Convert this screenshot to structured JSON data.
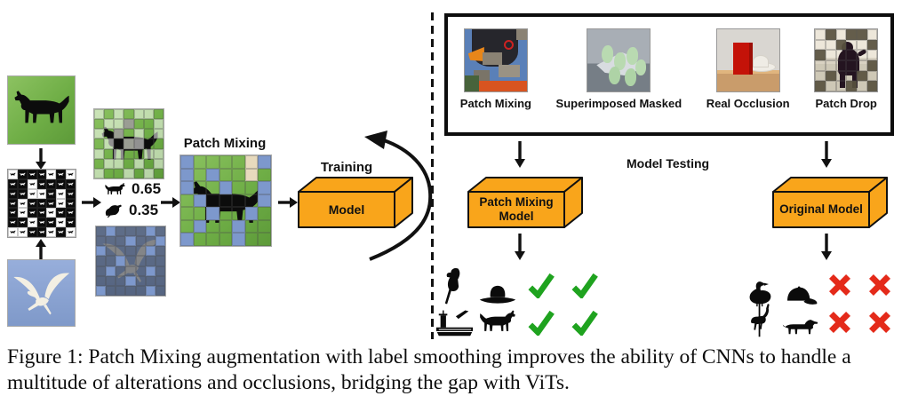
{
  "left_flow": {
    "patch_mixing_title": "Patch Mixing",
    "training_label": "Training",
    "model_label": "Model",
    "dog_weight": "0.65",
    "bird_weight": "0.35"
  },
  "grids": {
    "mask": [
      "0111010",
      "1101111",
      "1100101",
      "1011101",
      "1011011",
      "1101101",
      "0011010"
    ],
    "green": [
      "lclcllc",
      "cllgccl",
      "lcgclcl",
      "clcglcc",
      "lclccll",
      "cllclcl",
      "lcclclc"
    ],
    "blue": [
      "dbdddbd",
      "dddbddb",
      "bddddbd",
      "ddbdddd",
      "dbdddbd",
      "dddbddd",
      "bddddbd"
    ],
    "mixed": [
      "bddddwb",
      "bdbddwd",
      "bddbddb",
      "dbddddb",
      "ddbddbd",
      "dbddbdd",
      "bdddbdd"
    ],
    "patchdrop": [
      "010110",
      "001001",
      "100000",
      "000001",
      "010010",
      "100101"
    ]
  },
  "test_box": {
    "items": [
      {
        "label": "Patch Mixing"
      },
      {
        "label": "Superimposed Masked"
      },
      {
        "label": "Real Occlusion"
      },
      {
        "label": "Patch Drop"
      }
    ]
  },
  "testing": {
    "model_testing_label": "Model Testing",
    "patch_mixing_model_line1": "Patch Mixing",
    "patch_mixing_model_line2": "Model",
    "original_model_label": "Original Model",
    "correct_icons": [
      "parrot-icon",
      "aircraft-carrier-icon",
      "cowboy-hat-icon",
      "dog-icon"
    ],
    "incorrect_icons": [
      "goose-icon",
      "carousel-horse-icon",
      "baseball-cap-icon",
      "dachshund-icon"
    ],
    "check_icon": "green-check-icon",
    "cross_icon": "red-cross-icon"
  },
  "colors": {
    "box_orange": "#f9a51b",
    "check_green": "#1fa31f",
    "cross_red": "#e42a1a",
    "patch_blue": "#7d98cc",
    "grass_green": "#6fae46",
    "sky_blue": "#8aa3d4"
  },
  "caption": {
    "text": "Figure 1: Patch Mixing augmentation with label smoothing improves the ability of CNNs to handle a multitude of alterations and occlusions, bridging the gap with ViTs."
  }
}
